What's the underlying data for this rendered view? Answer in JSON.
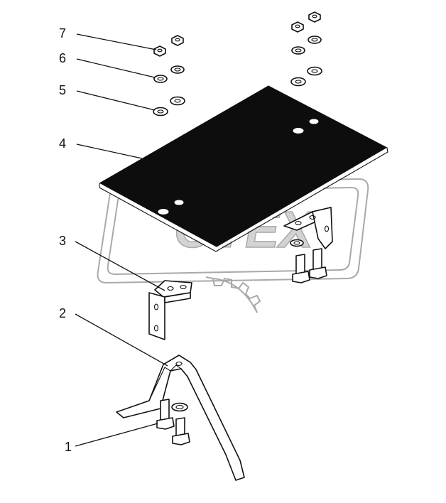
{
  "callouts": [
    {
      "id": "1",
      "label": "1"
    },
    {
      "id": "2",
      "label": "2"
    },
    {
      "id": "3",
      "label": "3"
    },
    {
      "id": "4",
      "label": "4"
    },
    {
      "id": "5",
      "label": "5"
    },
    {
      "id": "6",
      "label": "6"
    },
    {
      "id": "7",
      "label": "7"
    }
  ],
  "watermark": {
    "text": "OTEX"
  },
  "colors": {
    "line": "#111111",
    "plate": "#0d0d0d",
    "watermark": "#a9a9a9",
    "background": "#ffffff"
  }
}
